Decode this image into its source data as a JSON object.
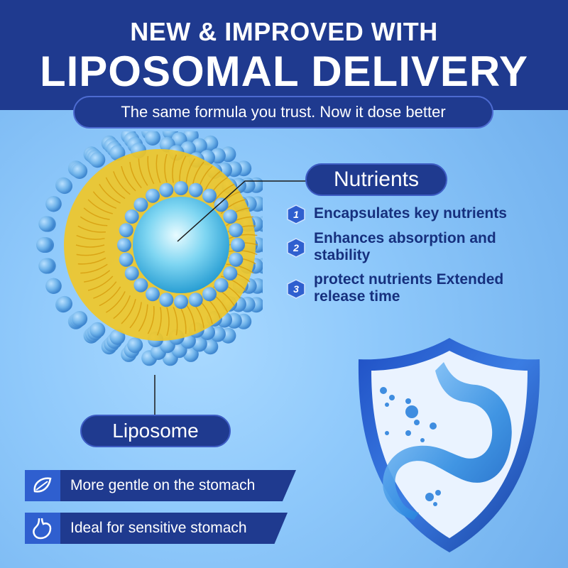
{
  "header": {
    "line1": "NEW & IMPROVED WITH",
    "line2": "LIPOSOMAL DELIVERY",
    "subtitle": "The same formula you trust. Now it dose better"
  },
  "nutrients": {
    "label": "Nutrients",
    "items": [
      {
        "number": "1",
        "text": "Encapsulates key nutrients"
      },
      {
        "number": "2",
        "text": "Enhances absorption and stability"
      },
      {
        "number": "3",
        "text": "protect nutrients Extended release time"
      }
    ]
  },
  "liposome_label": "Liposome",
  "features": [
    {
      "icon": "leaf-stomach-icon",
      "text": "More gentle on the stomach"
    },
    {
      "icon": "stomach-icon",
      "text": "Ideal for sensitive stomach"
    }
  ],
  "colors": {
    "navy": "#1f3a8f",
    "sphere_blue": "#6fb3ea",
    "lipid_yellow": "#f2c623",
    "background": "#8fc9fb"
  }
}
